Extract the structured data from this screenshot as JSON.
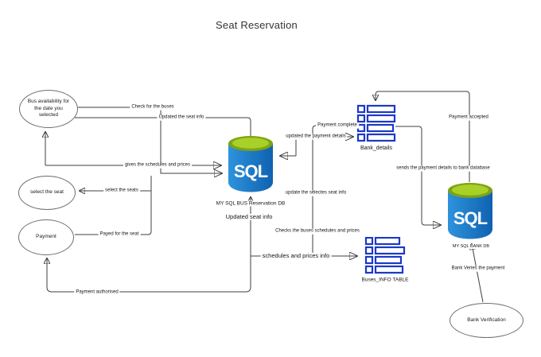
{
  "title": "Seat Reservation",
  "colors": {
    "connector_line": "#3f3f3f",
    "ellipse_border": "#6e6e6e",
    "table_icon_blue": "#1C39C6",
    "sql_body_blue_light": "#2E93DC",
    "sql_body_blue_dark": "#0F62B0",
    "sql_top_green_rim": "#7EA413",
    "sql_top_green_inner": "#A9D028"
  },
  "icons": {
    "bus_db": "sql-database-cylinder",
    "bank_db": "sql-database-cylinder",
    "bank_details": "db-table-rows",
    "buses_info": "db-table-rows"
  },
  "nodes": {
    "bus_availability": {
      "label": "Bus availability for the date you selected"
    },
    "select_seat": {
      "label": "select the seat"
    },
    "payment": {
      "label": "Payment"
    },
    "bus_db": {
      "icon_text": "SQL",
      "label": "MY SQL BUS Reservation DB",
      "status_note": "Updated seat info"
    },
    "bank_details": {
      "label": "Bank_details"
    },
    "buses_info": {
      "label": "Buses_INFO TABLE"
    },
    "bank_db": {
      "icon_text": "SQL",
      "label": "MY SQL BANK DB"
    },
    "bank_verification": {
      "label": "Bank Verification"
    }
  },
  "connector_labels": {
    "check_buses": "Check for the buses",
    "updated_seat_info": "Updated the seat info",
    "gives_schedules": "gives the schedules and prices",
    "select_seats": "select the seats",
    "payed_seat": "Payed for the seat",
    "payment_authorised": "Payment authorised",
    "payment_complete": "Payment complete",
    "updated_payment_details": "updated the payment details",
    "payment_accepted": "Payment accepted",
    "sends_payment_details": "sends the payment details to bank database",
    "update_selected_seat": "update the selectes seat info",
    "checks_schedules": "Checks the buses schedules and prices",
    "schedules_prices_info": "schedules and prices info",
    "bank_verifies": "Bank Veries the payment"
  }
}
